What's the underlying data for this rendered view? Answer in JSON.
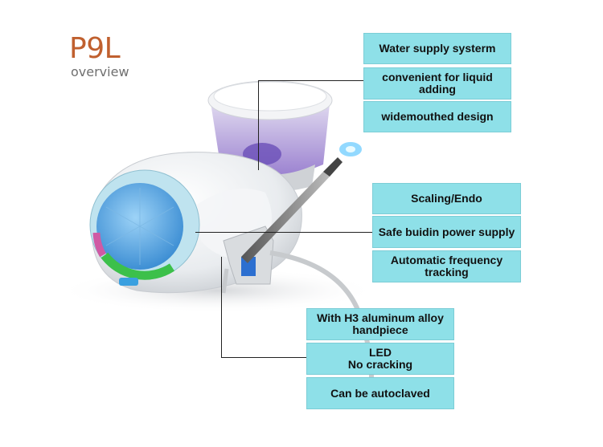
{
  "header": {
    "title": "P9L",
    "subtitle": "overview"
  },
  "colors": {
    "title": "#c0602f",
    "box_fill": "#8ee0e8",
    "dial": "#4fa3e0"
  },
  "groups": [
    {
      "name": "water-supply",
      "items": [
        {
          "text": "Water supply systerm"
        },
        {
          "text": "convenient for liquid adding"
        },
        {
          "text": "widemouthed design"
        }
      ]
    },
    {
      "name": "unit",
      "items": [
        {
          "text": "Scaling/Endo"
        },
        {
          "text": "Safe buidin power supply"
        },
        {
          "text": "Automatic frequency tracking"
        }
      ]
    },
    {
      "name": "handpiece",
      "items": [
        {
          "text": "With H3 aluminum alloy handpiece"
        },
        {
          "text": "LED\nNo cracking"
        },
        {
          "text": "Can be autoclaved"
        }
      ]
    }
  ]
}
